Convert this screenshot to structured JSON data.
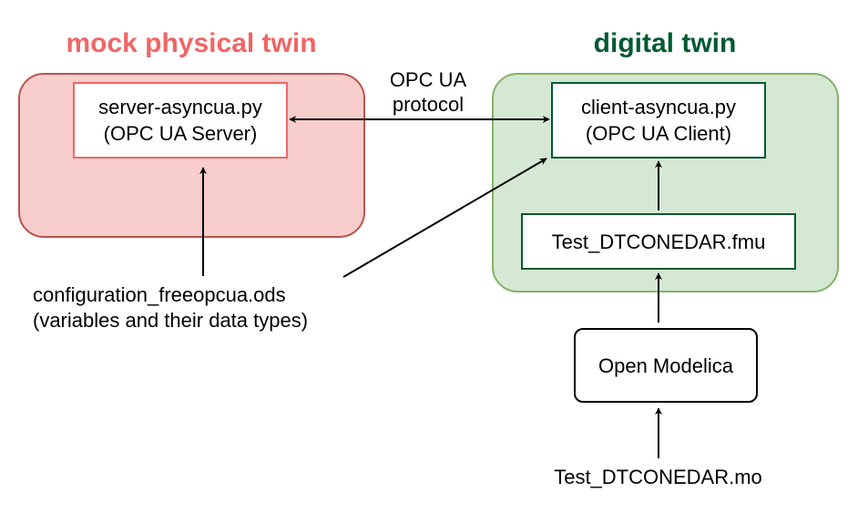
{
  "physical": {
    "title": "mock physical twin",
    "title_color": "#f06666",
    "fill": "#f8cecc",
    "border": "#b85450",
    "server": {
      "line1": "server-asyncua.py",
      "line2": "(OPC UA Server)",
      "border": "#f06666"
    }
  },
  "digital": {
    "title": "digital twin",
    "title_color": "#005a32",
    "fill": "#d5e8d4",
    "border": "#82b366",
    "client": {
      "line1": "client-asyncua.py",
      "line2": "(OPC UA Client)",
      "border": "#005a32"
    },
    "fmu": {
      "label": "Test_DTCONEDAR.fmu",
      "border": "#005a32"
    }
  },
  "protocol": {
    "line1": "OPC UA",
    "line2": "protocol"
  },
  "config": {
    "line1": "configuration_freeopcua.ods",
    "line2": "(variables and their data types)"
  },
  "modelica": {
    "label": "Open Modelica"
  },
  "source_file": {
    "label": "Test_DTCONEDAR.mo"
  }
}
